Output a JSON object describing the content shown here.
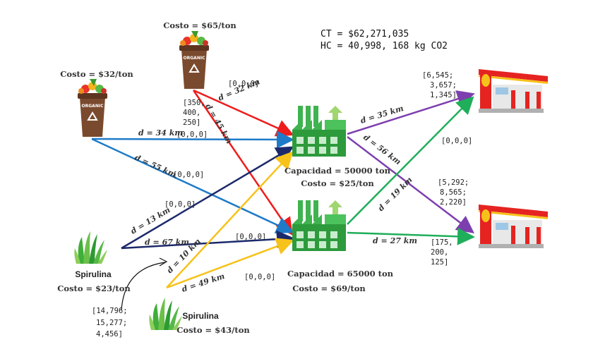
{
  "summary": {
    "ct": "CT = $62,271,035",
    "hc": "HC = 40,998, 168 kg CO2"
  },
  "colors": {
    "red": "#ee1c1c",
    "blue": "#1f7bc8",
    "navy": "#1c2a6b",
    "yellow": "#f7c21a",
    "purple": "#7d3fae",
    "green": "#1fae5a"
  },
  "suppliers": {
    "organic_left": {
      "icon": "organic-bin-icon",
      "badge": "ORGANIC",
      "cost": "Costo = $32/ton"
    },
    "organic_top": {
      "icon": "organic-bin-icon",
      "badge": "ORGANIC",
      "cost": "Costo = $65/ton"
    },
    "spirulina_left": {
      "icon": "spirulina-icon",
      "name": "Spirulina",
      "cost": "Costo = $23/ton"
    },
    "spirulina_bottom": {
      "icon": "spirulina-icon",
      "name": "Spirulina",
      "cost": "Costo = $43/ton"
    }
  },
  "plants": {
    "top": {
      "icon": "factory-icon",
      "capacity": "Capacidad = 50000 ton",
      "cost": "Costo = $25/ton"
    },
    "bottom": {
      "icon": "factory-icon",
      "capacity": "Capacidad = 65000 ton",
      "cost": "Costo = $69/ton"
    }
  },
  "stations": {
    "top": {
      "icon": "gas-station-icon"
    },
    "bottom": {
      "icon": "gas-station-icon"
    }
  },
  "distances": {
    "d32": "d = 32 km",
    "d45": "d = 45 km",
    "d34": "d = 34 km",
    "d55": "d = 55 km",
    "d13": "d = 13 km",
    "d67": "d = 67 km",
    "d10": "d = 10 km",
    "d49": "d = 49 km",
    "d35": "d = 35 km",
    "d56": "d = 56 km",
    "d19": "d = 19 km",
    "d27": "d = 27 km"
  },
  "flows": {
    "org_top_to_plant_top": "[0,0,0]",
    "org_top_to_plant_bottom": [
      "[350,",
      "400,",
      "250]"
    ],
    "org_left_to_plant_top": "[0,0,0]",
    "org_left_to_plant_bottom": "[0,0,0]",
    "spir_left_to_plant_top": "[0,0,0]",
    "spir_left_to_plant_bottom": "[0,0,0]",
    "spir_bottom_to_plant_bottom": "[0,0,0]",
    "spir_bottom_to_plant_top": [
      "[14,796;",
      "15,277;",
      "4,456]"
    ],
    "plant_top_to_station_top": [
      "[6,545;",
      "3,657;",
      "1,345]"
    ],
    "plant_bottom_to_station_top": "[0,0,0]",
    "plant_top_to_station_bottom": [
      "[5,292;",
      "8,565;",
      "2,220]"
    ],
    "plant_bottom_to_station_bottom": [
      "[175,",
      "200,",
      "125]"
    ]
  }
}
